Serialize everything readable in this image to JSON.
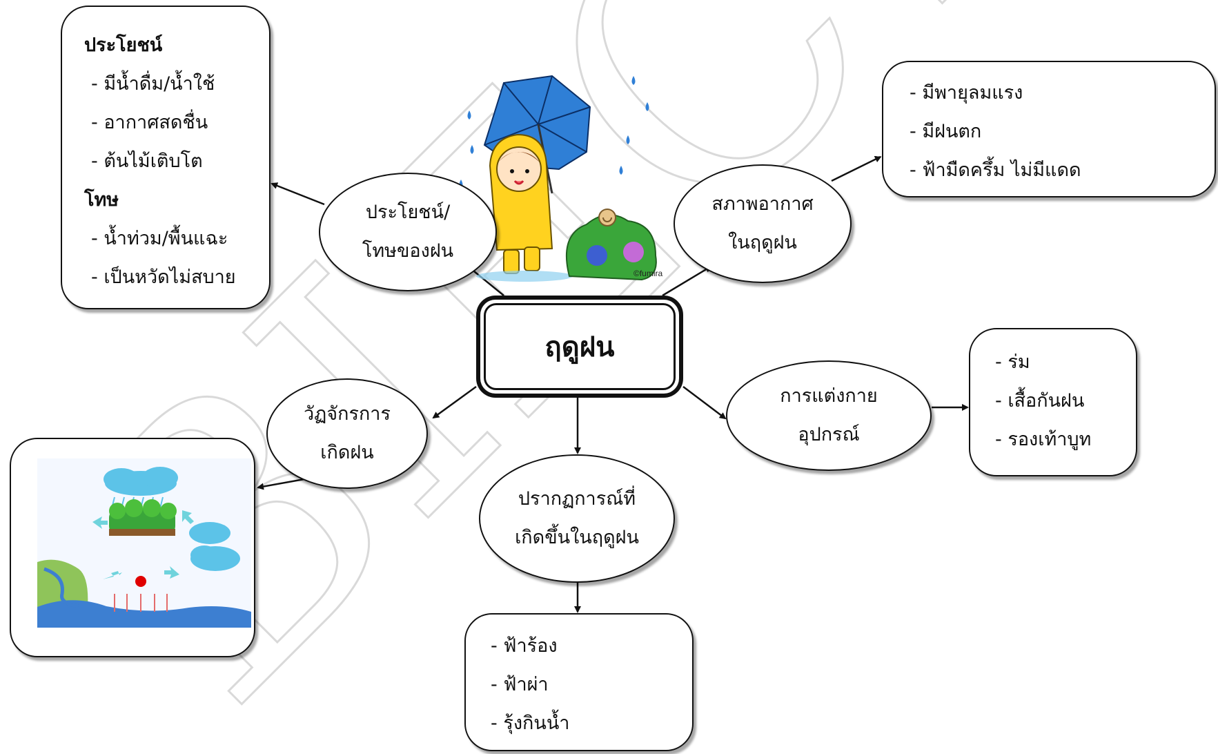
{
  "center": {
    "title": "ฤดูฝน"
  },
  "topics": {
    "benefits": {
      "line1": "ประโยชน์/",
      "line2": "โทษของฝน"
    },
    "weather": {
      "line1": "สภาพอากาศ",
      "line2": "ในฤดูฝน"
    },
    "cycle": {
      "line1": "วัฏจักรการ",
      "line2": "เกิดฝน"
    },
    "clothing": {
      "line1": "การแต่งกาย",
      "line2": "อุปกรณ์"
    },
    "phenomena": {
      "line1": "ปรากฏการณ์ที่",
      "line2": "เกิดขึ้นในฤดูฝน"
    }
  },
  "details": {
    "benefits": {
      "benefit_heading": "ประโยชน์",
      "benefit_items": [
        "- มีน้ำดื่ม/น้ำใช้",
        "- อากาศสดชื่น",
        "- ต้นไม้เติบโต"
      ],
      "harm_heading": "โทษ",
      "harm_items": [
        "- น้ำท่วม/พื้นแฉะ",
        "- เป็นหวัดไม่สบาย"
      ]
    },
    "weather": {
      "items": [
        "- มีพายุลมแรง",
        "- มีฝนตก",
        "- ฟ้ามืดครึ้ม ไม่มีแดด"
      ]
    },
    "clothing": {
      "items": [
        "- ร่ม",
        "- เสื้อกันฝน",
        "- รองเท้าบูท"
      ]
    },
    "phenomena": {
      "items": [
        "- ฟ้าร้อง",
        "- ฟ้าผ่า",
        "- รุ้งกินน้ำ"
      ]
    }
  },
  "illustration": {
    "credit": "©fumira"
  },
  "watermark": {
    "text": "BIECT Thailand"
  },
  "colors": {
    "umbrella": "#2f7fd6",
    "raincoat": "#ffd21f",
    "bush": "#3aa63a",
    "sky_blue": "#5cc3e8",
    "ground": "#8fc45a",
    "water": "#3d7fd1",
    "sun_dot": "#e00000"
  }
}
